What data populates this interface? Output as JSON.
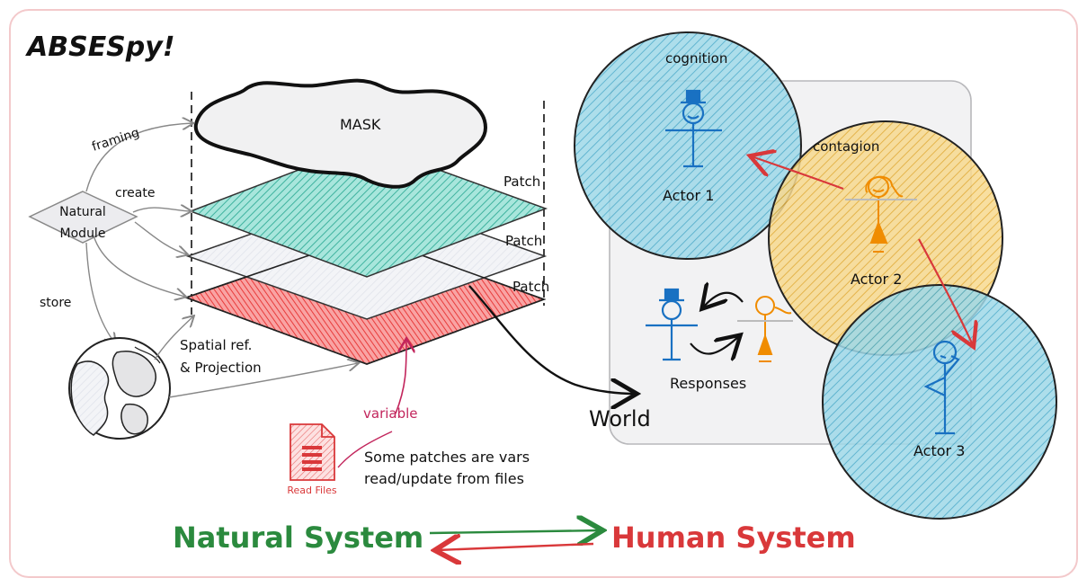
{
  "title": "ABSESpy!",
  "natural": {
    "mask_label": "MASK",
    "patch_labels": [
      "Patch",
      "Patch",
      "Patch"
    ],
    "module_label_line1": "Natural",
    "module_label_line2": "Module",
    "edge_framing": "framing",
    "edge_create": "create",
    "edge_store": "store",
    "spatial_line1": "Spatial ref.",
    "spatial_line2": "& Projection",
    "variable_label": "variable",
    "file_caption": "Read Files",
    "note_line1": "Some patches are vars",
    "note_line2": "read/update from files"
  },
  "human": {
    "world_label": "World",
    "cognition_label": "cognition",
    "contagion_label": "contagion",
    "responses_label": "Responses",
    "actors": [
      "Actor 1",
      "Actor 2",
      "Actor 3"
    ]
  },
  "footer": {
    "natural_system": "Natural System",
    "human_system": "Human System"
  },
  "colors": {
    "green": "#2b8a3e",
    "red": "#d9383a",
    "teal_fill": "#59c6bb",
    "red_fill": "#f56a6a",
    "blue_circle": "#5fb9d4",
    "yellow_circle": "#f2c25c",
    "actor_blue": "#1971c2",
    "orange": "#f08c00",
    "variable": "#c2255c"
  }
}
